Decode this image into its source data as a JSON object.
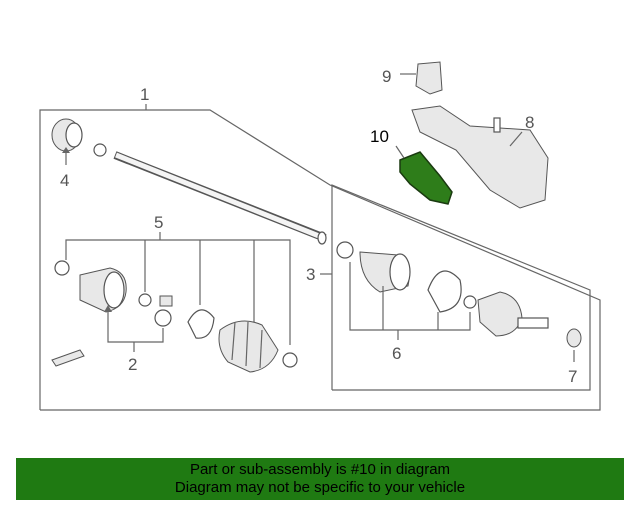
{
  "callouts": {
    "c1": "1",
    "c2": "2",
    "c3": "3",
    "c4": "4",
    "c5": "5",
    "c6": "6",
    "c7": "7",
    "c8": "8",
    "c9": "9",
    "c10": "10"
  },
  "highlight_color": "#2e7d1a",
  "banner": {
    "line1": "Part or sub-assembly is #10 in diagram",
    "line2": "Diagram may not be specific to your vehicle",
    "background": "#1f7a12"
  }
}
